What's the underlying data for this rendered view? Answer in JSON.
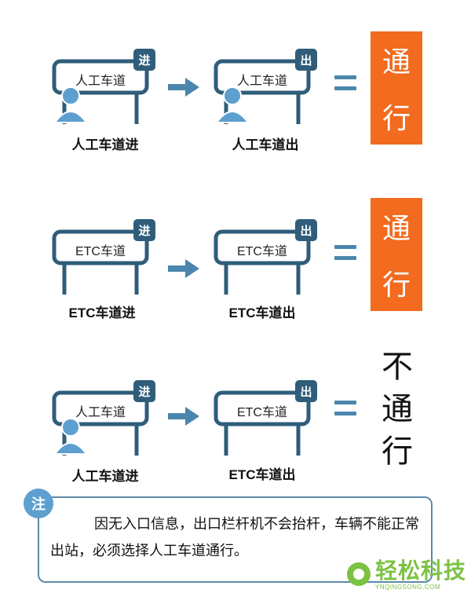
{
  "rows": [
    {
      "entry": {
        "sign_label": "人工车道",
        "badge": "进",
        "caption": "人工车道进",
        "has_person": true
      },
      "exit": {
        "sign_label": "人工车道",
        "badge": "出",
        "caption": "人工车道出",
        "has_person": true
      },
      "result": {
        "style": "box",
        "chars": [
          "通",
          "行"
        ]
      }
    },
    {
      "entry": {
        "sign_label": "ETC车道",
        "badge": "进",
        "caption": "ETC车道进",
        "has_person": false
      },
      "exit": {
        "sign_label": "ETC车道",
        "badge": "出",
        "caption": "ETC车道出",
        "has_person": false
      },
      "result": {
        "style": "box",
        "chars": [
          "通",
          "行"
        ]
      }
    },
    {
      "entry": {
        "sign_label": "人工车道",
        "badge": "进",
        "caption": "人工车道进",
        "has_person": true
      },
      "exit": {
        "sign_label": "ETC车道",
        "badge": "出",
        "caption": "ETC车道出",
        "has_person": false
      },
      "result": {
        "style": "plain",
        "chars": [
          "不",
          "通",
          "行"
        ]
      }
    }
  ],
  "note": {
    "badge": "注",
    "text": "因无入口信息，出口栏杆机不会抬杆，车辆不能正常出站，必须选择人工车道通行。"
  },
  "watermark": {
    "text": "轻松科技",
    "sub": "YNQINGSONG.COM"
  },
  "colors": {
    "sign_stroke": "#2f5d7a",
    "person": "#5d9fcf",
    "arrow": "#4a86ad",
    "result_box": "#f26b1f",
    "note_border": "#5d89a8",
    "watermark": "#7cc243"
  }
}
